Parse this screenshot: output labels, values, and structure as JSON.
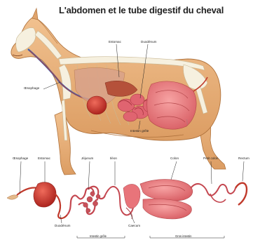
{
  "title": "L'abdomen et le tube digestif du cheval",
  "upper_labels": {
    "oesophage": "Œsophage",
    "estomac": "Estomac",
    "duodenum": "Duodénum",
    "intestin_grele": "Intestin grêle"
  },
  "lower_labels": {
    "oesophage": "Œsophage",
    "estomac": "Estomac",
    "jejunum": "Jéjunum",
    "ileon": "Iléon",
    "colon": "Colon",
    "petit_colon": "Petit colon",
    "rectum": "Rectum",
    "duodenum": "Duodénum",
    "caecum": "Caecum",
    "intestin_grele": "Intestin grêle",
    "gros_intestin": "Gros intestin"
  },
  "colors": {
    "horse_body": "#e9b07a",
    "horse_outline": "#b0733d",
    "skeleton": "#f4ecd8",
    "stomach": "#c0392b",
    "intestine": "#d7424b",
    "colon": "#e8747a",
    "esophagus_blue": "#3a66b8"
  }
}
